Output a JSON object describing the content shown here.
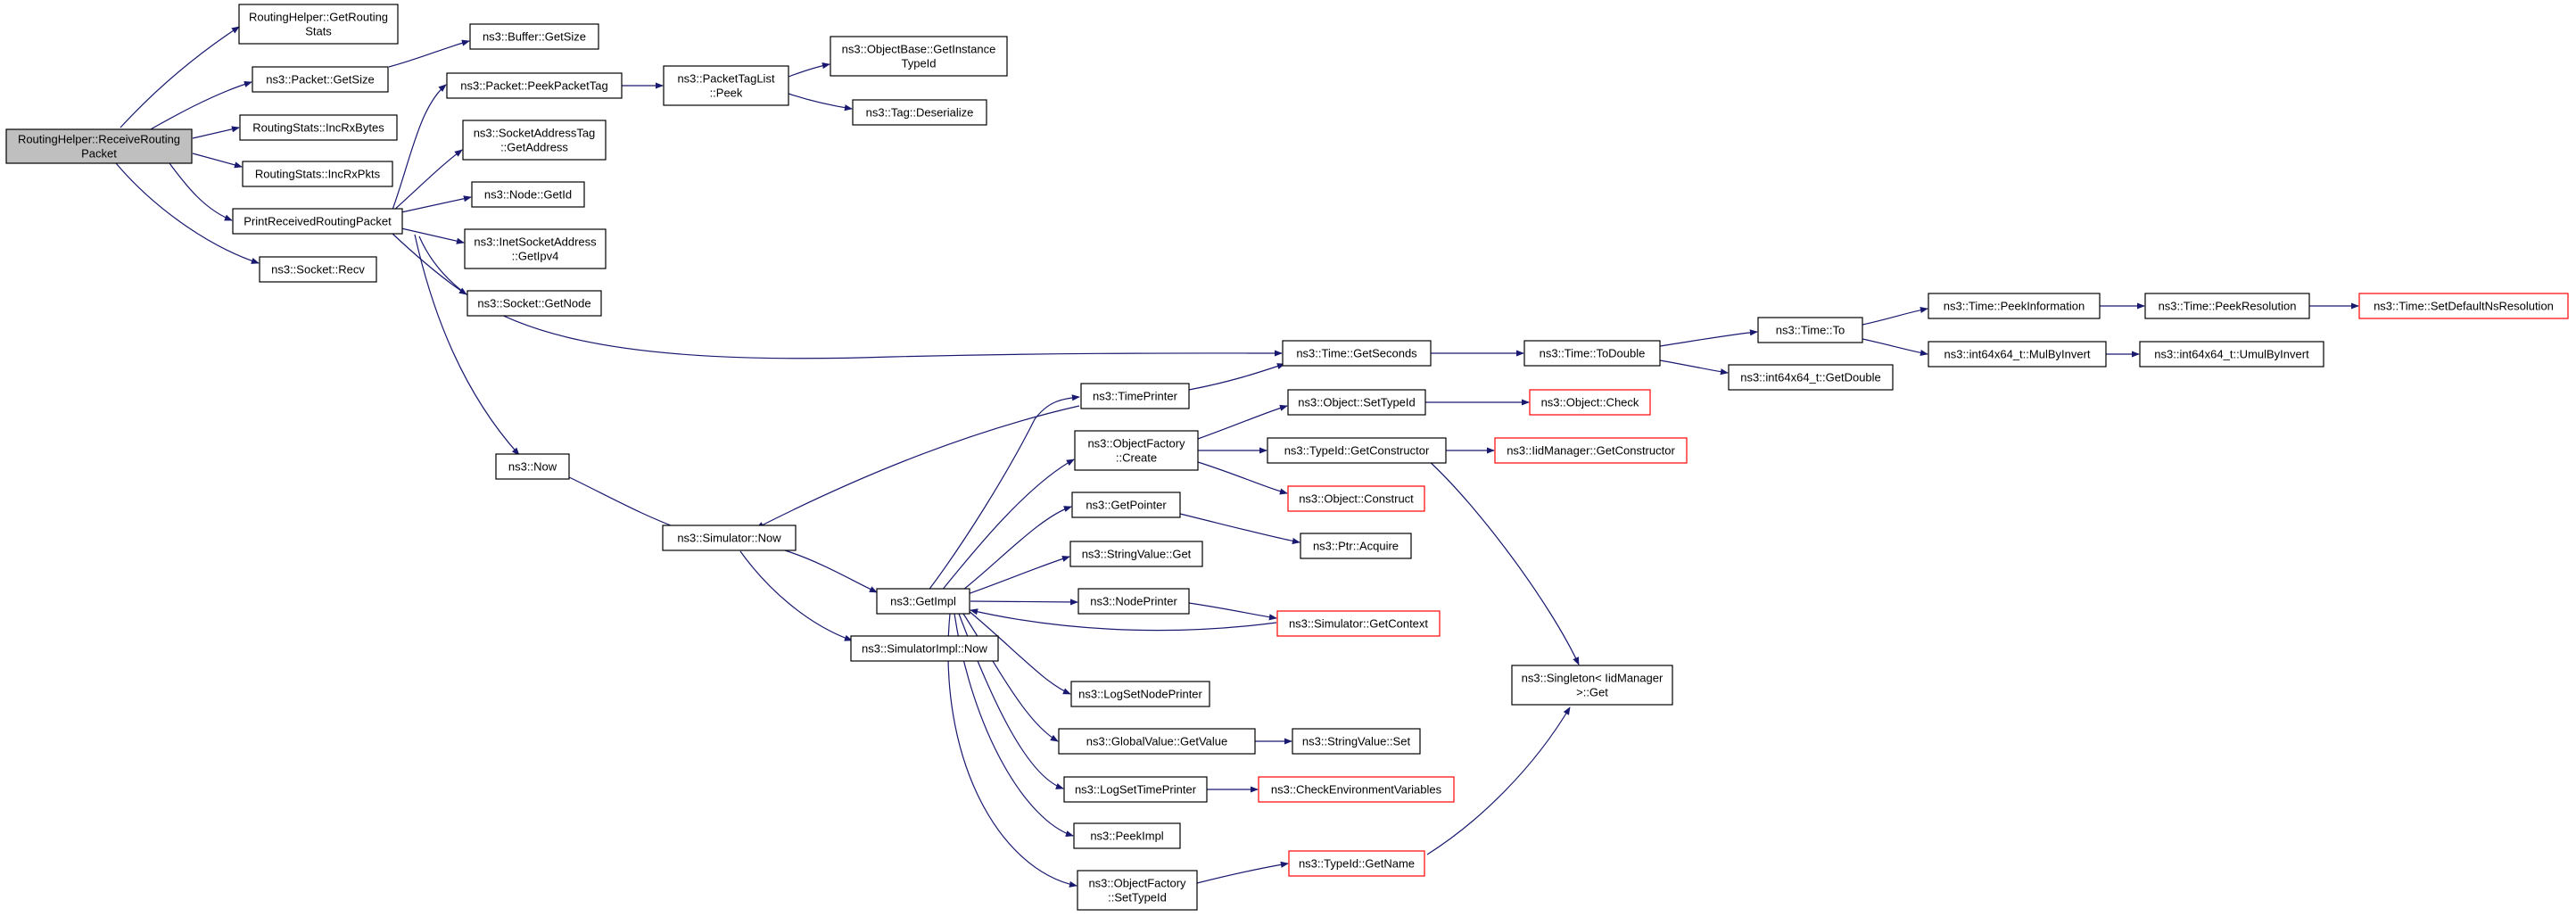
{
  "graph": {
    "node_color": "#ffffff",
    "root_color": "#bfbfbf",
    "truncated_border_color": "#ff0000",
    "edge_color": "#191970",
    "nodes": [
      {
        "id": "n0",
        "lines": [
          "RoutingHelper::ReceiveRouting",
          "Packet"
        ],
        "kind": "root"
      },
      {
        "id": "n1",
        "lines": [
          "RoutingHelper::GetRouting",
          "Stats"
        ],
        "kind": "normal"
      },
      {
        "id": "n2",
        "lines": [
          "ns3::Packet::GetSize"
        ],
        "kind": "normal"
      },
      {
        "id": "n3",
        "lines": [
          "RoutingStats::IncRxBytes"
        ],
        "kind": "normal"
      },
      {
        "id": "n4",
        "lines": [
          "RoutingStats::IncRxPkts"
        ],
        "kind": "normal"
      },
      {
        "id": "n5",
        "lines": [
          "PrintReceivedRoutingPacket"
        ],
        "kind": "normal"
      },
      {
        "id": "n6",
        "lines": [
          "ns3::Socket::Recv"
        ],
        "kind": "normal"
      },
      {
        "id": "n7",
        "lines": [
          "ns3::Buffer::GetSize"
        ],
        "kind": "normal"
      },
      {
        "id": "n8",
        "lines": [
          "ns3::Packet::PeekPacketTag"
        ],
        "kind": "normal"
      },
      {
        "id": "n9",
        "lines": [
          "ns3::SocketAddressTag",
          "::GetAddress"
        ],
        "kind": "normal"
      },
      {
        "id": "n10",
        "lines": [
          "ns3::Node::GetId"
        ],
        "kind": "normal"
      },
      {
        "id": "n11",
        "lines": [
          "ns3::InetSocketAddress",
          "::GetIpv4"
        ],
        "kind": "normal"
      },
      {
        "id": "n12",
        "lines": [
          "ns3::Socket::GetNode"
        ],
        "kind": "normal"
      },
      {
        "id": "n13",
        "lines": [
          "ns3::PacketTagList",
          "::Peek"
        ],
        "kind": "normal"
      },
      {
        "id": "n14",
        "lines": [
          "ns3::ObjectBase::GetInstance",
          "TypeId"
        ],
        "kind": "normal"
      },
      {
        "id": "n15",
        "lines": [
          "ns3::Tag::Deserialize"
        ],
        "kind": "normal"
      },
      {
        "id": "n16",
        "lines": [
          "ns3::Time::GetSeconds"
        ],
        "kind": "normal"
      },
      {
        "id": "n17",
        "lines": [
          "ns3::Time::ToDouble"
        ],
        "kind": "normal"
      },
      {
        "id": "n18",
        "lines": [
          "ns3::Time::To"
        ],
        "kind": "normal"
      },
      {
        "id": "n19",
        "lines": [
          "ns3::int64x64_t::GetDouble"
        ],
        "kind": "normal"
      },
      {
        "id": "n20",
        "lines": [
          "ns3::Time::PeekInformation"
        ],
        "kind": "normal"
      },
      {
        "id": "n21",
        "lines": [
          "ns3::int64x64_t::MulByInvert"
        ],
        "kind": "normal"
      },
      {
        "id": "n22",
        "lines": [
          "ns3::Time::PeekResolution"
        ],
        "kind": "normal"
      },
      {
        "id": "n23",
        "lines": [
          "ns3::int64x64_t::UmulByInvert"
        ],
        "kind": "normal"
      },
      {
        "id": "n24",
        "lines": [
          "ns3::Time::SetDefaultNsResolution"
        ],
        "kind": "truncated"
      },
      {
        "id": "n25",
        "lines": [
          "ns3::Now"
        ],
        "kind": "normal"
      },
      {
        "id": "n26",
        "lines": [
          "ns3::Simulator::Now"
        ],
        "kind": "normal"
      },
      {
        "id": "n27",
        "lines": [
          "ns3::GetImpl"
        ],
        "kind": "normal"
      },
      {
        "id": "n28",
        "lines": [
          "ns3::SimulatorImpl::Now"
        ],
        "kind": "normal"
      },
      {
        "id": "n29",
        "lines": [
          "ns3::TimePrinter"
        ],
        "kind": "normal"
      },
      {
        "id": "n30",
        "lines": [
          "ns3::ObjectFactory",
          "::Create"
        ],
        "kind": "normal"
      },
      {
        "id": "n31",
        "lines": [
          "ns3::GetPointer"
        ],
        "kind": "normal"
      },
      {
        "id": "n32",
        "lines": [
          "ns3::StringValue::Get"
        ],
        "kind": "normal"
      },
      {
        "id": "n33",
        "lines": [
          "ns3::NodePrinter"
        ],
        "kind": "normal"
      },
      {
        "id": "n34",
        "lines": [
          "ns3::LogSetNodePrinter"
        ],
        "kind": "normal"
      },
      {
        "id": "n35",
        "lines": [
          "ns3::GlobalValue::GetValue"
        ],
        "kind": "normal"
      },
      {
        "id": "n36",
        "lines": [
          "ns3::LogSetTimePrinter"
        ],
        "kind": "normal"
      },
      {
        "id": "n37",
        "lines": [
          "ns3::PeekImpl"
        ],
        "kind": "normal"
      },
      {
        "id": "n38",
        "lines": [
          "ns3::ObjectFactory",
          "::SetTypeId"
        ],
        "kind": "normal"
      },
      {
        "id": "n39",
        "lines": [
          "ns3::Object::SetTypeId"
        ],
        "kind": "normal"
      },
      {
        "id": "n40",
        "lines": [
          "ns3::TypeId::GetConstructor"
        ],
        "kind": "normal"
      },
      {
        "id": "n41",
        "lines": [
          "ns3::Object::Construct"
        ],
        "kind": "truncated"
      },
      {
        "id": "n42",
        "lines": [
          "ns3::Ptr::Acquire"
        ],
        "kind": "normal"
      },
      {
        "id": "n43",
        "lines": [
          "ns3::Simulator::GetContext"
        ],
        "kind": "truncated"
      },
      {
        "id": "n44",
        "lines": [
          "ns3::StringValue::Set"
        ],
        "kind": "normal"
      },
      {
        "id": "n45",
        "lines": [
          "ns3::CheckEnvironmentVariables"
        ],
        "kind": "truncated"
      },
      {
        "id": "n46",
        "lines": [
          "ns3::TypeId::GetName"
        ],
        "kind": "truncated"
      },
      {
        "id": "n47",
        "lines": [
          "ns3::Object::Check"
        ],
        "kind": "truncated"
      },
      {
        "id": "n48",
        "lines": [
          "ns3::IidManager::GetConstructor"
        ],
        "kind": "truncated"
      },
      {
        "id": "n49",
        "lines": [
          "ns3::Singleton< IidManager",
          ">::Get"
        ],
        "kind": "normal"
      }
    ]
  }
}
